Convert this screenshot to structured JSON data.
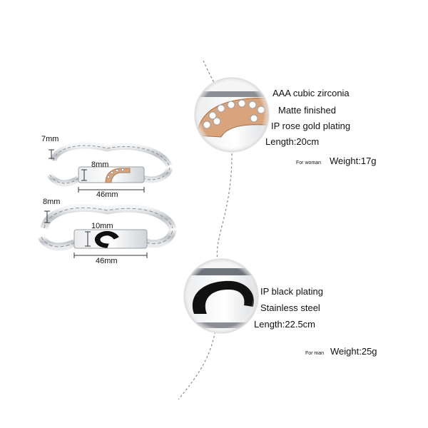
{
  "woman": {
    "band_width": "7mm",
    "plate_height": "8mm",
    "plate_length": "46mm",
    "features": [
      "AAA cubic zirconia",
      "Matte finished",
      "IP rose gold plating"
    ],
    "length": "Length:20cm",
    "for_label": "For woman",
    "weight": "Weight:17g"
  },
  "man": {
    "band_width": "8mm",
    "plate_height": "10mm",
    "plate_length": "46mm",
    "features": [
      "IP black plating",
      "Stainless steel"
    ],
    "length": "Length:22.5cm",
    "for_label": "For man",
    "weight": "Weight:25g"
  },
  "colors": {
    "steel": "#c9ccd0",
    "rose_gold": "#d9a47c",
    "black_plating": "#111111",
    "guide_line": "#777777"
  }
}
